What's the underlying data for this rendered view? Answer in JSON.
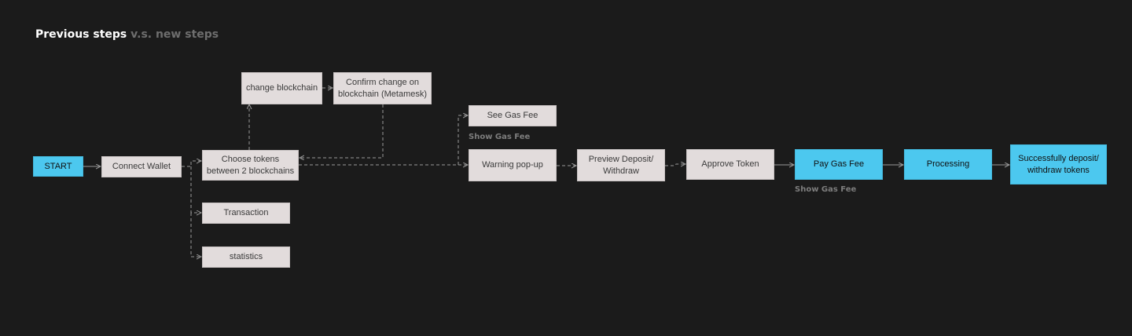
{
  "title": {
    "main": "Previous steps",
    "sub": "v.s. new steps"
  },
  "nodes": {
    "start": "START",
    "connect_wallet": "Connect Wallet",
    "choose_tokens": "Choose tokens between 2 blockchains",
    "change_blockchain": "change blockchain",
    "confirm_change": "Confirm change on blockchain (Metamesk)",
    "transaction": "Transaction",
    "statistics": "statistics",
    "see_gas_fee": "See Gas Fee",
    "warning_popup": "Warning pop-up",
    "preview": "Preview Deposit/ Withdraw",
    "approve_token": "Approve Token",
    "pay_gas_fee": "Pay Gas Fee",
    "processing": "Processing",
    "success": "Successfully deposit/ withdraw tokens"
  },
  "captions": {
    "show_gas_fee_top": "Show Gas Fee",
    "show_gas_fee_bottom": "Show Gas Fee"
  },
  "colors": {
    "previous_step": "#e2dcdc",
    "new_step": "#4cc8ef",
    "background": "#1b1b1b",
    "connector": "#9a9a9a"
  }
}
